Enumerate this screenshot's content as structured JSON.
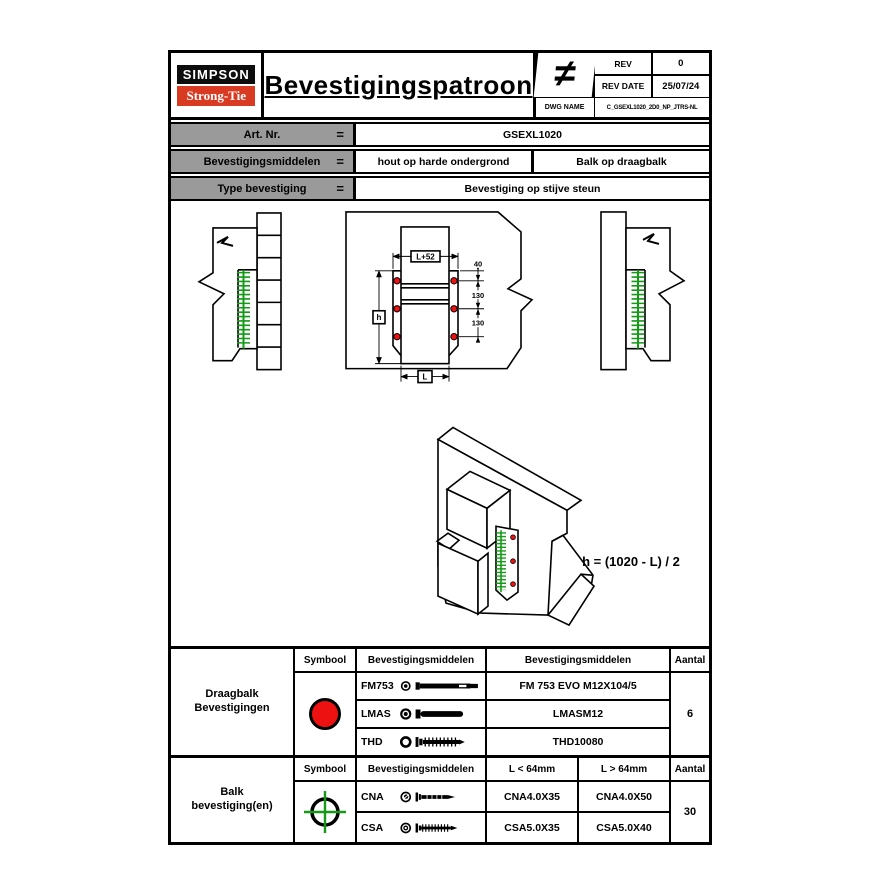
{
  "header": {
    "logo_line1": "SIMPSON",
    "logo_line2": "Strong-Tie",
    "title": "Bevestigingspatroon",
    "not_equal": "≠",
    "rev": {
      "label": "REV",
      "value": "0"
    },
    "rev_date": {
      "label": "REV DATE",
      "value": "25/07/24"
    },
    "dwg": {
      "label": "DWG NAME",
      "value": "C_GSEXL1020_2D0_NP_JTRS-NL"
    }
  },
  "info": {
    "art_label": "Art. Nr.",
    "art_eq": "=",
    "art_value": "GSEXL1020",
    "mid_label": "Bevestigingsmiddelen",
    "mid_eq": "=",
    "mid_value1": "hout op harde ondergrond",
    "mid_value2": "Balk op draagbalk",
    "type_label": "Type bevestiging",
    "type_eq": "=",
    "type_value": "Bevestiging op stijve steun"
  },
  "drawing": {
    "formula": "h = (1020 - L) / 2",
    "dims": {
      "top_width": "L+52",
      "offset_top": "40",
      "spacing1": "130",
      "spacing2": "130",
      "height": "h",
      "width": "L"
    }
  },
  "draagbalk_table": {
    "group_line1": "Draagbalk",
    "group_line2": "Bevestigingen",
    "col_symbool": "Symbool",
    "col_middelen": "Bevestigingsmiddelen",
    "col_middelen2": "Bevestigingsmiddelen",
    "col_aantal": "Aantal",
    "rows": [
      {
        "code": "FM753",
        "name": "FM 753 EVO M12X104/5"
      },
      {
        "code": "LMAS",
        "name": "LMASM12"
      },
      {
        "code": "THD",
        "name": "THD10080"
      }
    ],
    "aantal": "6"
  },
  "balk_table": {
    "group_line1": "Balk",
    "group_line2": "bevestiging(en)",
    "col_symbool": "Symbool",
    "col_middelen": "Bevestigingsmiddelen",
    "col_small": "L < 64mm",
    "col_large": "L > 64mm",
    "col_aantal": "Aantal",
    "rows": [
      {
        "code": "CNA",
        "small": "CNA4.0X35",
        "large": "CNA4.0X50"
      },
      {
        "code": "CSA",
        "small": "CSA5.0X35",
        "large": "CSA5.0X40"
      }
    ],
    "aantal": "30"
  },
  "colors": {
    "symbol_red": "#ee1111",
    "logo_red": "#d93a22",
    "screw_green": "#149a17",
    "table_gray": "#9a9a9a"
  }
}
